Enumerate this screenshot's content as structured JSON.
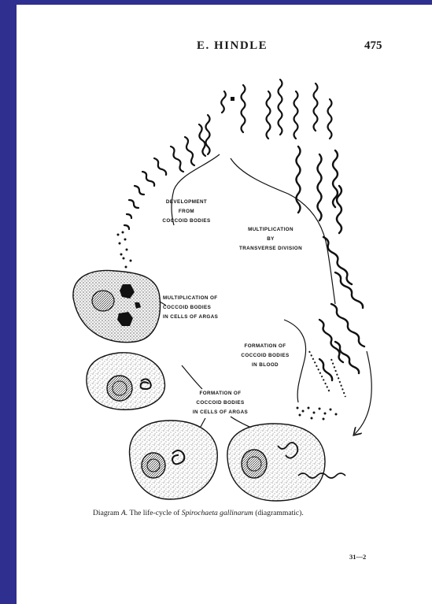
{
  "header": {
    "author": "E. HINDLE",
    "page_number": "475"
  },
  "figure": {
    "labels": {
      "development": [
        "DEVELOPMENT",
        "FROM",
        "COCCOID BODIES"
      ],
      "multiplication_transverse": [
        "MULTIPLICATION",
        "BY",
        "TRANSVERSE DIVISION"
      ],
      "multiplication_argas": [
        "MULTIPLICATION OF",
        "COCCOID BODIES",
        "IN CELLS OF ARGAS"
      ],
      "formation_blood": [
        "FORMATION OF",
        "COCCOID BODIES",
        "IN BLOOD"
      ],
      "formation_argas": [
        "FORMATION OF",
        "COCCOID BODIES",
        "IN CELLS OF ARGAS"
      ]
    }
  },
  "caption": {
    "prefix": "Diagram ",
    "letter": "A.",
    "middle": " The life-cycle of ",
    "species": "Spirochaeta gallinarum",
    "suffix": " (diagrammatic)."
  },
  "footer": {
    "signature": "31—2"
  }
}
